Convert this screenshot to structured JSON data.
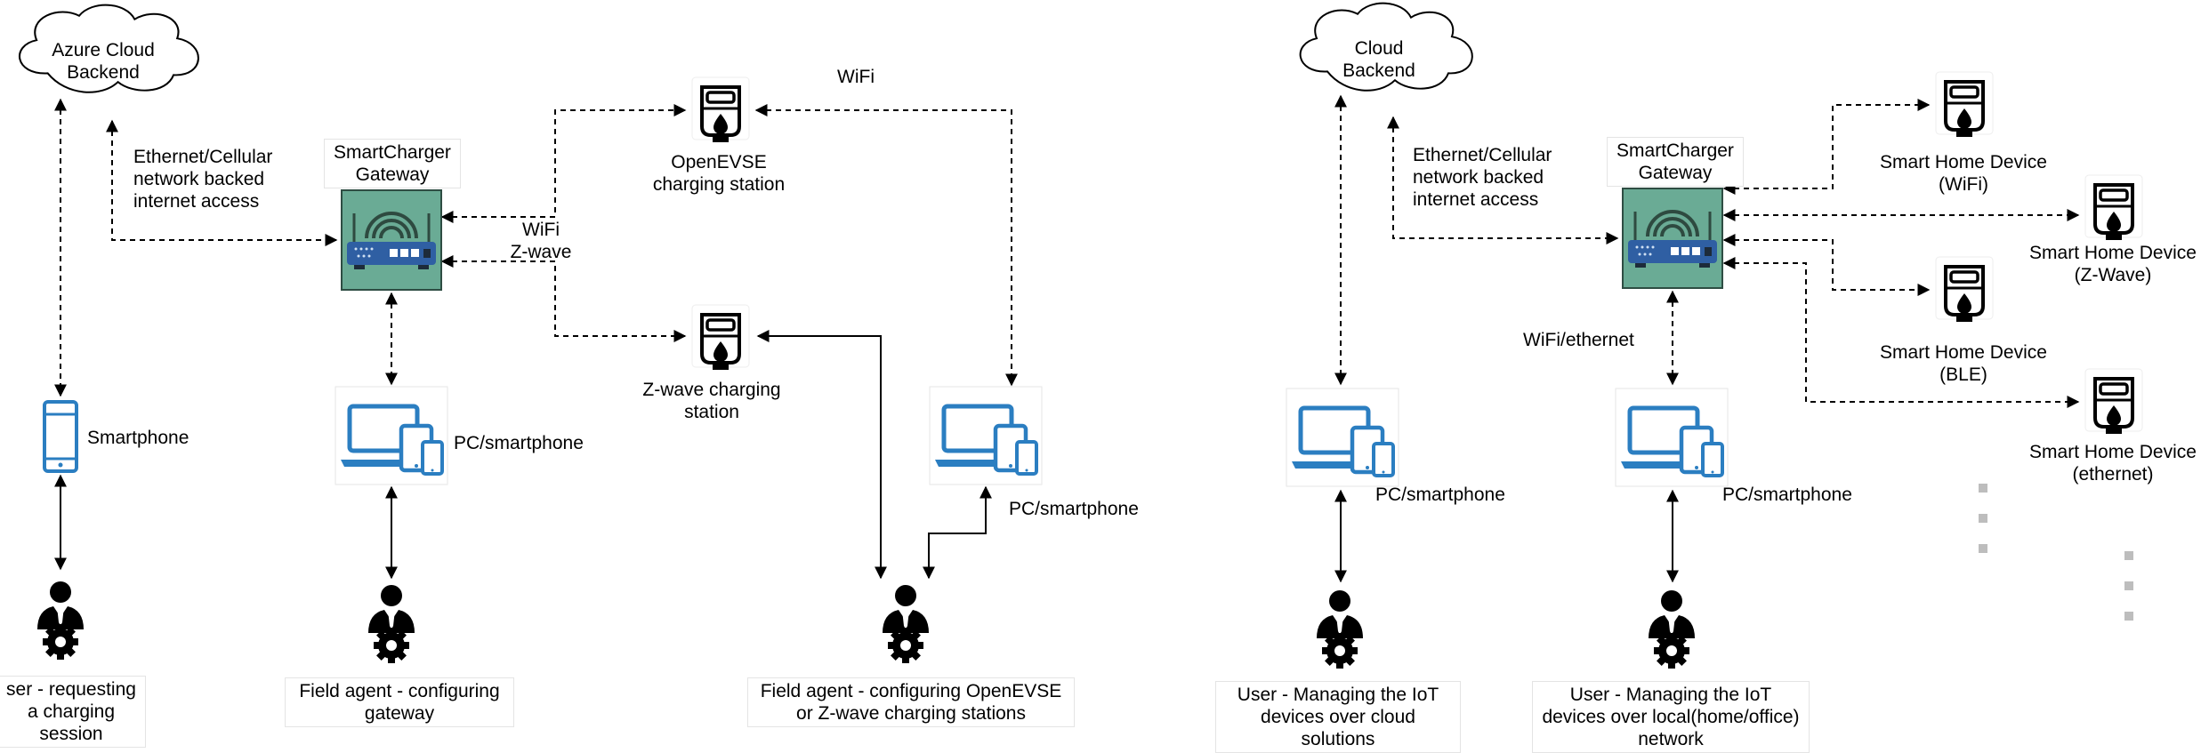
{
  "left_diagram": {
    "cloud": "Azure Cloud\nBackend",
    "network": "Ethernet/Cellular\nnetwork backed\ninternet access",
    "gateway": "SmartCharger\nGateway",
    "wifi_zwave": "WiFi\nZ-wave",
    "wifi": "WiFi",
    "openevse": "OpenEVSE\ncharging station",
    "zwave_station": "Z-wave charging\nstation",
    "smartphone": "Smartphone",
    "pc_gateway": "PC/smartphone",
    "pc_right": "PC/smartphone",
    "user": "ser - requesting\na charging\nsession",
    "field_gateway": "Field agent - configuring\ngateway",
    "field_stations": "Field agent - configuring OpenEVSE\nor Z-wave charging stations"
  },
  "right_diagram": {
    "cloud": "Cloud\nBackend",
    "network": "Ethernet/Cellular\nnetwork backed\ninternet access",
    "gateway": "SmartCharger\nGateway",
    "wifi_ethernet": "WiFi/ethernet",
    "device_wifi": "Smart Home Device\n(WiFi)",
    "device_zwave": "Smart Home Device\n(Z-Wave)",
    "device_ble": "Smart Home Device\n(BLE)",
    "device_ethernet": "Smart Home Device\n(ethernet)",
    "pc_cloud": "PC/smartphone",
    "pc_local": "PC/smartphone",
    "user_cloud": "User - Managing the IoT\ndevices over cloud solutions",
    "user_local": "User - Managing the IoT\ndevices over local(home/office)\nnetwork"
  },
  "colors": {
    "gateway_fill": "#6aab95",
    "device_blue": "#2b7ec1",
    "line": "#000000"
  }
}
